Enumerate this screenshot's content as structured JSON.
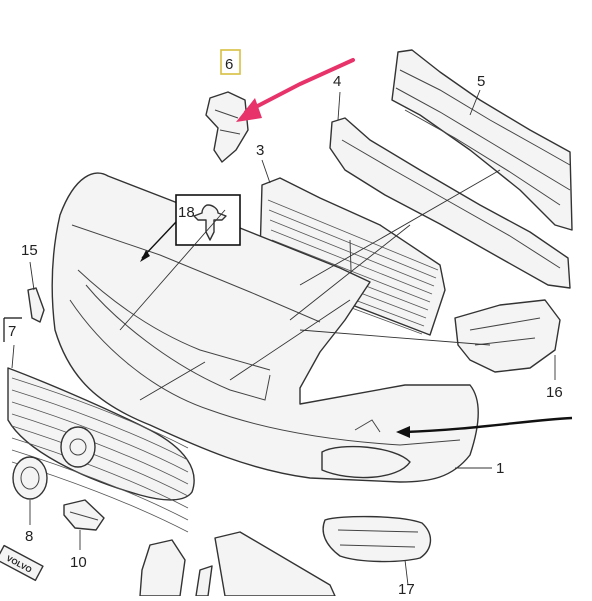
{
  "diagram": {
    "callouts": [
      {
        "id": "p1",
        "label": "1"
      },
      {
        "id": "p3",
        "label": "3"
      },
      {
        "id": "p4",
        "label": "4"
      },
      {
        "id": "p5",
        "label": "5"
      },
      {
        "id": "p6",
        "label": "6"
      },
      {
        "id": "p7",
        "label": "7"
      },
      {
        "id": "p8",
        "label": "8"
      },
      {
        "id": "p10",
        "label": "10"
      },
      {
        "id": "p15",
        "label": "15"
      },
      {
        "id": "p16",
        "label": "16"
      },
      {
        "id": "p17",
        "label": "17"
      },
      {
        "id": "p18",
        "label": "18"
      }
    ],
    "badge_text": "VOLVO",
    "colors": {
      "arrow": "#e8326a",
      "highlight_box": "#d9c040",
      "line": "#333333"
    }
  }
}
